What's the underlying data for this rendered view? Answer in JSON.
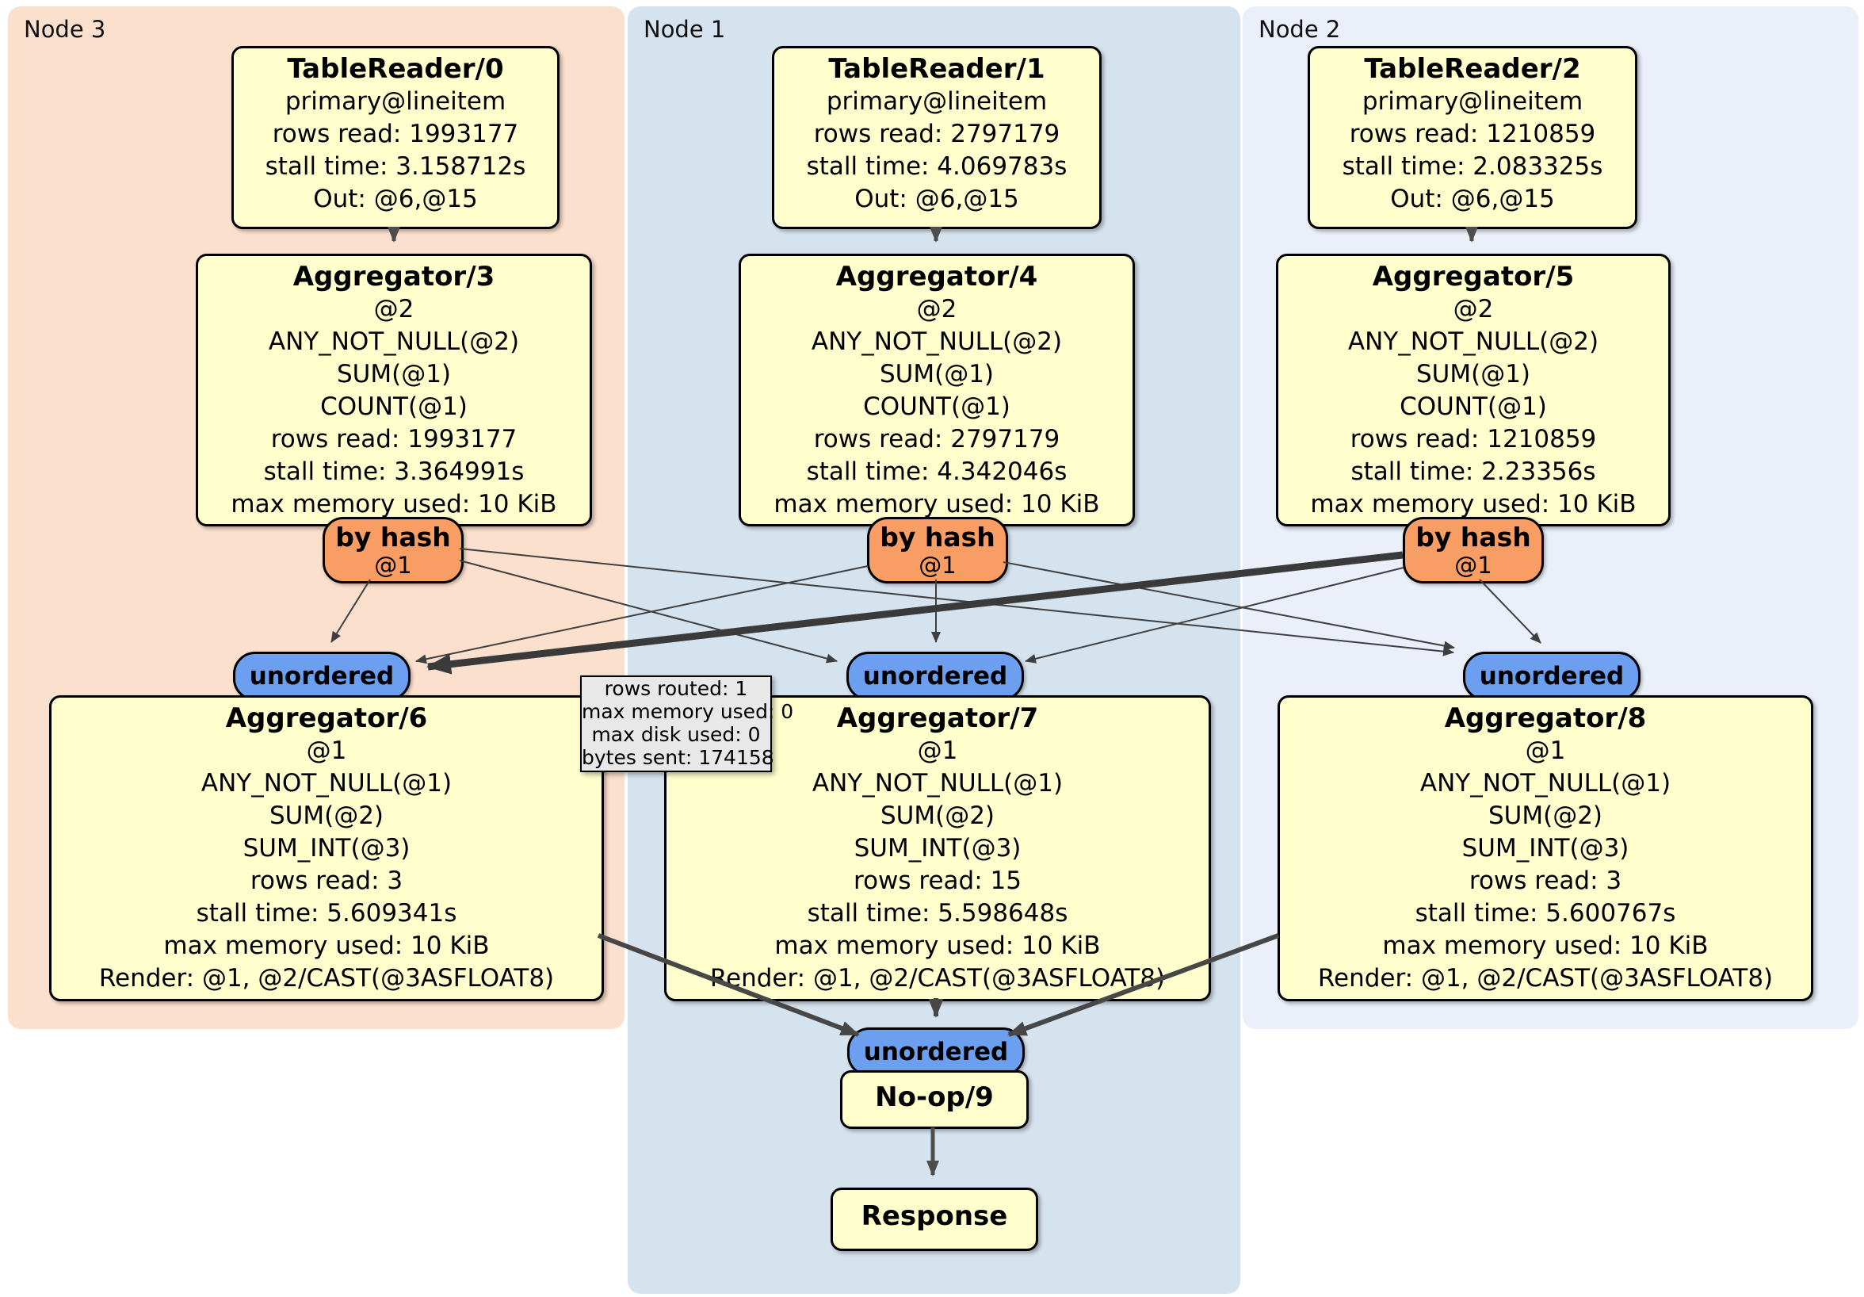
{
  "regions": {
    "node3": {
      "label": "Node 3"
    },
    "node1": {
      "label": "Node 1"
    },
    "node2": {
      "label": "Node 2"
    }
  },
  "nodes": {
    "tr0": {
      "title": "TableReader/0",
      "lines": [
        "primary@lineitem",
        "rows read: 1993177",
        "stall time: 3.158712s",
        "Out: @6,@15"
      ]
    },
    "tr1": {
      "title": "TableReader/1",
      "lines": [
        "primary@lineitem",
        "rows read: 2797179",
        "stall time: 4.069783s",
        "Out: @6,@15"
      ]
    },
    "tr2": {
      "title": "TableReader/2",
      "lines": [
        "primary@lineitem",
        "rows read: 1210859",
        "stall time: 2.083325s",
        "Out: @6,@15"
      ]
    },
    "agg3": {
      "title": "Aggregator/3",
      "lines": [
        "@2",
        "ANY_NOT_NULL(@2)",
        "SUM(@1)",
        "COUNT(@1)",
        "rows read: 1993177",
        "stall time: 3.364991s",
        "max memory used: 10 KiB"
      ]
    },
    "agg4": {
      "title": "Aggregator/4",
      "lines": [
        "@2",
        "ANY_NOT_NULL(@2)",
        "SUM(@1)",
        "COUNT(@1)",
        "rows read: 2797179",
        "stall time: 4.342046s",
        "max memory used: 10 KiB"
      ]
    },
    "agg5": {
      "title": "Aggregator/5",
      "lines": [
        "@2",
        "ANY_NOT_NULL(@2)",
        "SUM(@1)",
        "COUNT(@1)",
        "rows read: 1210859",
        "stall time: 2.23356s",
        "max memory used: 10 KiB"
      ]
    },
    "agg6": {
      "title": "Aggregator/6",
      "lines": [
        "@1",
        "ANY_NOT_NULL(@1)",
        "SUM(@2)",
        "SUM_INT(@3)",
        "rows read: 3",
        "stall time: 5.609341s",
        "max memory used: 10 KiB",
        "Render: @1, @2/CAST(@3ASFLOAT8)"
      ]
    },
    "agg7": {
      "title": "Aggregator/7",
      "lines": [
        "@1",
        "ANY_NOT_NULL(@1)",
        "SUM(@2)",
        "SUM_INT(@3)",
        "rows read: 15",
        "stall time: 5.598648s",
        "max memory used: 10 KiB",
        "Render: @1, @2/CAST(@3ASFLOAT8)"
      ]
    },
    "agg8": {
      "title": "Aggregator/8",
      "lines": [
        "@1",
        "ANY_NOT_NULL(@1)",
        "SUM(@2)",
        "SUM_INT(@3)",
        "rows read: 3",
        "stall time: 5.600767s",
        "max memory used: 10 KiB",
        "Render: @1, @2/CAST(@3ASFLOAT8)"
      ]
    },
    "noop": {
      "title": "No-op/9"
    },
    "response": {
      "title": "Response"
    }
  },
  "router": {
    "label": "by hash",
    "sub": "@1"
  },
  "stream": {
    "label": "unordered"
  },
  "tooltip": {
    "lines": [
      "rows routed: 1",
      "max memory used: 0",
      "max disk used: 0",
      "bytes sent: 174158"
    ]
  },
  "colors": {
    "region_node3_bg": "#fce0ce",
    "region_node1_bg": "#d5e3ef",
    "region_node2_bg": "#eaeffa",
    "node_box_bg": "#ffffce",
    "router_bg": "#f89e64",
    "stream_bg": "#6d9ff0",
    "tooltip_bg": "#e8e8e8",
    "edge": "#3f3f3f",
    "border": "#000000"
  }
}
